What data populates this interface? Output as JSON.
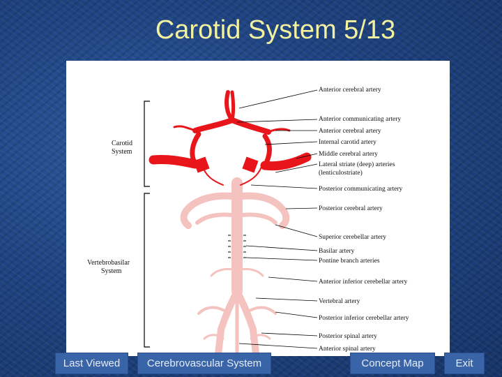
{
  "slide": {
    "title": "Carotid System   5/13"
  },
  "figure": {
    "groups": {
      "carotid_line1": "Carotid",
      "carotid_line2": "System",
      "verteb_line1": "Vertebrobasilar",
      "verteb_line2": "System"
    },
    "labels": [
      "Anterior cerebral artery",
      "Anterior communicating artery",
      "Anterior cerebral artery",
      "Internal carotid artery",
      "Middle cerebral artery",
      "Lateral striate (deep) arteries",
      "(lenticulostriate)",
      "Posterior communicating artery",
      "Posterior cerebral artery",
      "Superior cerebellar artery",
      "Basilar artery",
      "Pontine branch arteries",
      "Anterior inferior cerebellar artery",
      "Vertebral artery",
      "Posterior inferior cerebellar artery",
      "Posterior spinal artery",
      "Anterior spinal artery"
    ]
  },
  "nav": {
    "last_viewed": "Last Viewed",
    "cerebrovascular": "Cerebrovascular System",
    "concept_map": "Concept Map",
    "exit": "Exit"
  },
  "colors": {
    "carotid": "#e8161b",
    "vertebrobasilar": "#f4c2bf",
    "title": "#f1f1a0"
  }
}
